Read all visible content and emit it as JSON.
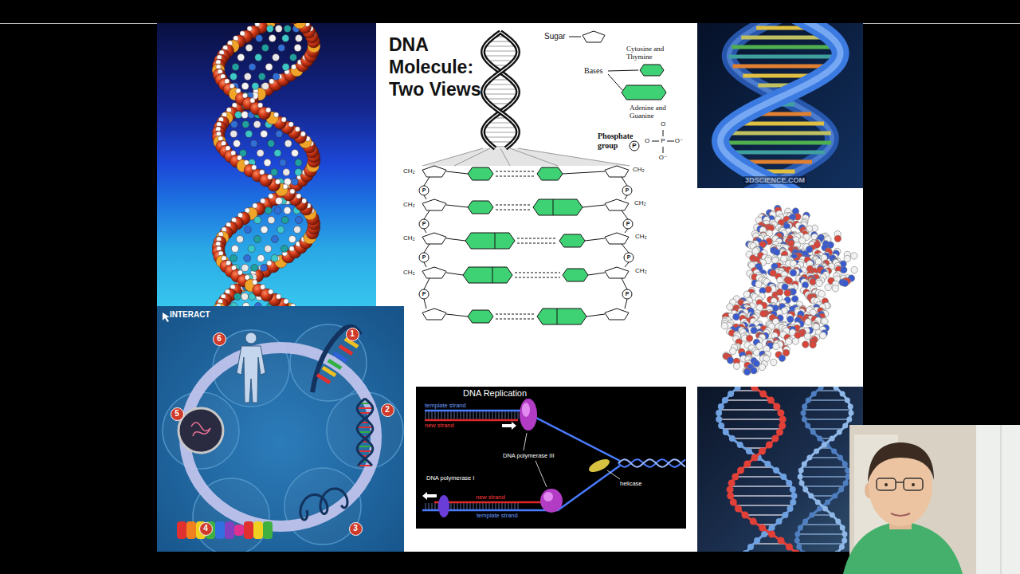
{
  "diagram": {
    "title": "DNA Molecule: Two Views",
    "nodes": [
      {
        "text": [
          "1"
        ]
      },
      {
        "text": [
          "2"
        ]
      },
      {
        "text": [
          "3"
        ]
      },
      {
        "text": [
          "4"
        ]
      },
      {
        "text": [
          "5"
        ]
      },
      {
        "text": [
          "6"
        ]
      }
    ],
    "labels": [
      "INTERACT",
      "3DSCIENCE.COM",
      "Bases",
      "P",
      "O",
      "O",
      "P",
      "O⁻",
      "O⁻",
      "CH₂",
      "CH₂",
      "CH₂",
      "CH₂",
      "CH₂",
      "CH₂",
      "CH₂",
      "CH₂",
      "P",
      "P",
      "P",
      "P",
      "P",
      "P",
      "P",
      "P",
      "DNA Replication",
      "template strand",
      "new strand",
      "DNA polymerase III",
      "helicase",
      "DNA polymerase I",
      "new strand",
      "template strand"
    ],
    "legend": [
      {
        "text": "Sugar"
      },
      {
        "text": "Cytosine and Thymine"
      },
      {
        "text": "Adenine and Guanine"
      },
      {
        "text": "Phosphate group"
      }
    ]
  }
}
